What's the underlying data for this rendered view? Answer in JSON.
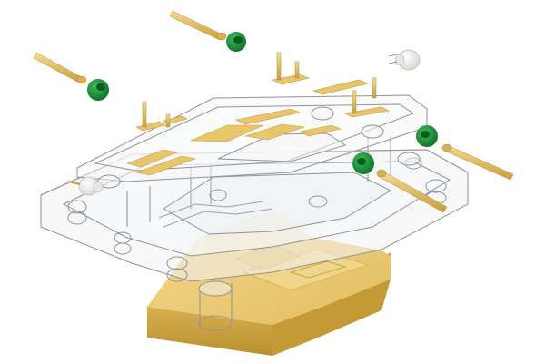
{
  "scene": {
    "subject": "exploded-view-module-assembly",
    "parts": [
      {
        "name": "gold-base-plate",
        "icon": "gold-base-plate"
      },
      {
        "name": "transparent-housing",
        "icon": "transparent-housing"
      },
      {
        "name": "transparent-lid",
        "icon": "transparent-lid"
      },
      {
        "name": "gold-contact-pins",
        "icon": "pin-icon"
      },
      {
        "name": "green-connector-caps",
        "icon": "green-cap-icon"
      },
      {
        "name": "white-connector-caps",
        "icon": "white-cap-icon"
      },
      {
        "name": "gold-traces",
        "icon": "gold-trace-icon"
      }
    ],
    "colors": {
      "gold": "#e8c66b",
      "gold_shadow": "#c99e3a",
      "gold_highlight": "#f6dd95",
      "glass_fill": "#f2f3f4",
      "glass_edge": "#8e9499",
      "green_cap": "#1f8f3a",
      "green_cap_dark": "#0f6b26",
      "white_cap": "#f3f3f1",
      "background": "#ffffff"
    }
  }
}
